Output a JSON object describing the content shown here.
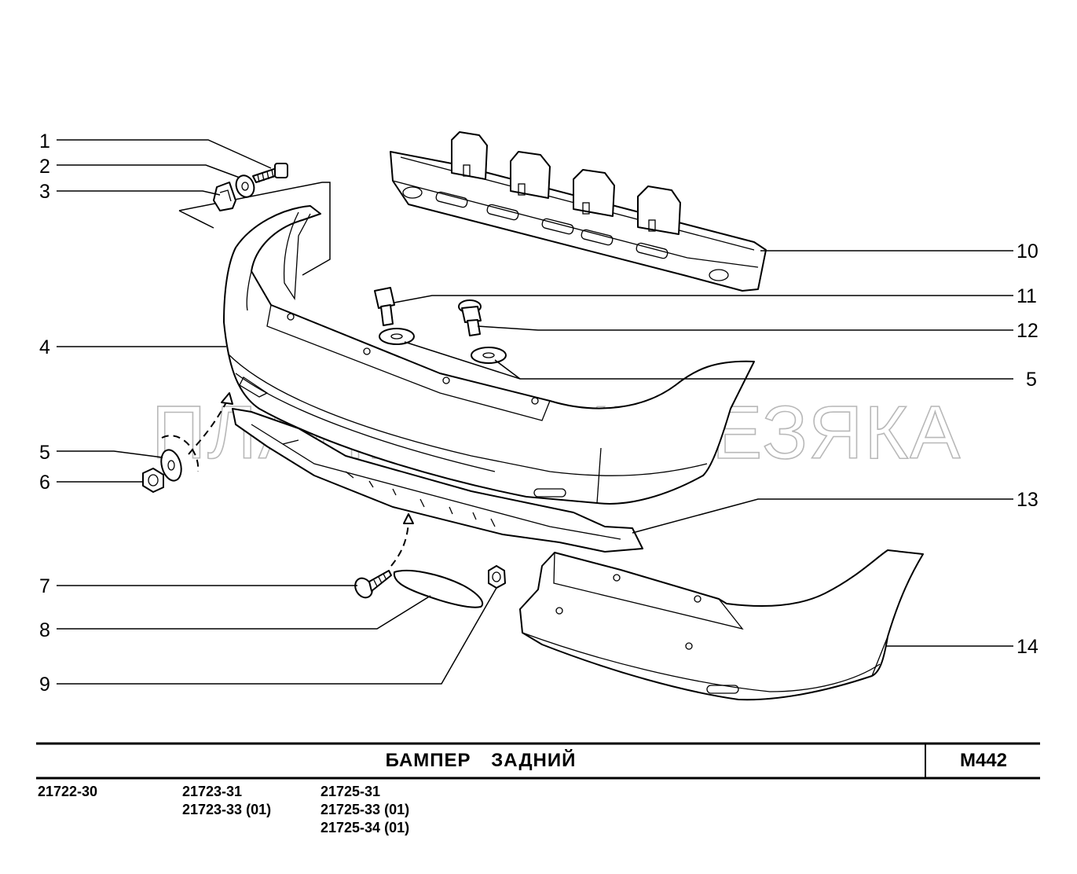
{
  "title": "БАМПЕР   ЗАДНИЙ",
  "code": "М442",
  "watermark": "ПЛАНЕТА ЖЕЛЕЗЯКА",
  "models": [
    [
      "21722-30"
    ],
    [
      "21723-31",
      "21723-33 (01)"
    ],
    [
      "21725-31",
      "21725-33 (01)",
      "21725-34 (01)"
    ]
  ],
  "callouts": {
    "c1": "1",
    "c2": "2",
    "c3": "3",
    "c4": "4",
    "c5a": "5",
    "c6": "6",
    "c7": "7",
    "c8": "8",
    "c9": "9",
    "c10": "10",
    "c11": "11",
    "c12": "12",
    "c5b": "5",
    "c13": "13",
    "c14": "14"
  }
}
